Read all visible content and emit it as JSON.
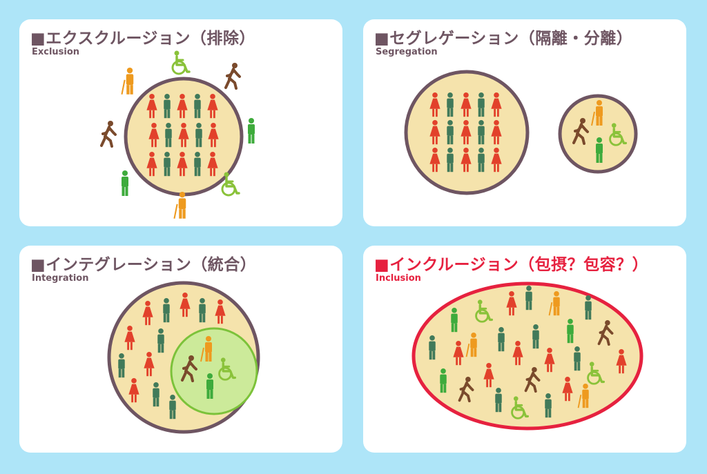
{
  "colors": {
    "background": "#aee5f8",
    "panel": "#ffffff",
    "circle_fill": "#f5e3ac",
    "circle_stroke": "#6e5562",
    "inclusion_accent": "#e6213f",
    "inner_circle_fill": "#ccea9a",
    "inner_circle_stroke": "#7cc23a",
    "person_red": "#e2412b",
    "person_teal": "#417a5a",
    "person_orange": "#ee9a1f",
    "person_brown": "#7a4a2c",
    "person_green": "#3eab3c",
    "wheelchair": "#8ac23a"
  },
  "panels": [
    {
      "id": "exclusion",
      "title": "■エクスクルージョン（排除）",
      "subtitle": "Exclusion"
    },
    {
      "id": "segregation",
      "title": "■セグレゲーション（隔離・分離）",
      "subtitle": "Segregation"
    },
    {
      "id": "integration",
      "title": "■インテグレーション（統合）",
      "subtitle": "Integration"
    },
    {
      "id": "inclusion",
      "title": "■インクルージョン（包摂？包容？）",
      "subtitle": "Inclusion"
    }
  ],
  "icons": [
    "person-standing-icon",
    "person-cane-icon",
    "person-walking-icon",
    "wheelchair-icon"
  ]
}
